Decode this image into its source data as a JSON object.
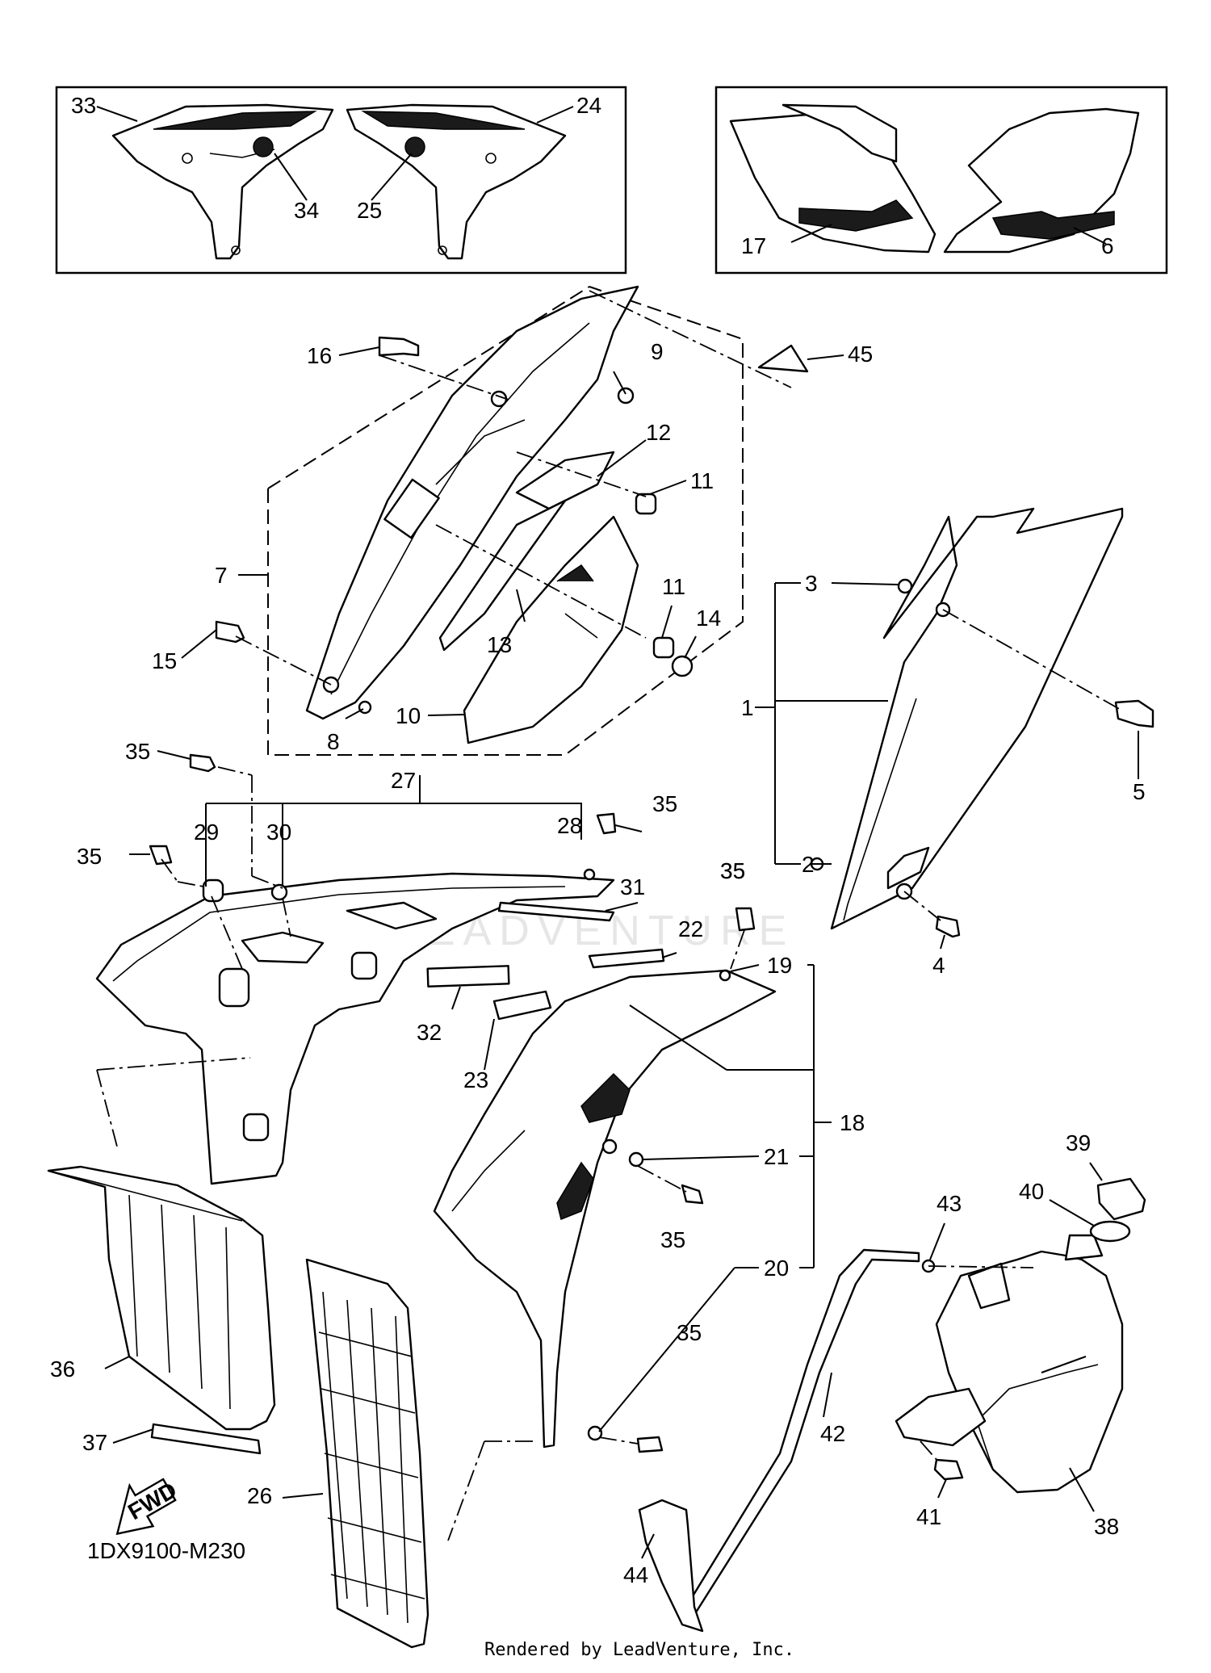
{
  "diagram_code": "1DX9100-M230",
  "footer": "Rendered by LeadVenture, Inc.",
  "watermark": "LEADVENTURE",
  "fwd_label": "FWD",
  "callouts": {
    "c1": "1",
    "c2": "2",
    "c3": "3",
    "c4": "4",
    "c5": "5",
    "c6": "6",
    "c7": "7",
    "c8": "8",
    "c9": "9",
    "c10": "10",
    "c11a": "11",
    "c11b": "11",
    "c12": "12",
    "c13": "13",
    "c14": "14",
    "c15": "15",
    "c16": "16",
    "c17": "17",
    "c18": "18",
    "c19": "19",
    "c20": "20",
    "c21": "21",
    "c22": "22",
    "c23": "23",
    "c24": "24",
    "c25": "25",
    "c26": "26",
    "c27": "27",
    "c28": "28",
    "c29": "29",
    "c30": "30",
    "c31": "31",
    "c32": "32",
    "c33": "33",
    "c34": "34",
    "c35a": "35",
    "c35b": "35",
    "c35c": "35",
    "c35d": "35",
    "c35e": "35",
    "c35f": "35",
    "c36": "36",
    "c37": "37",
    "c38": "38",
    "c39": "39",
    "c40": "40",
    "c41": "41",
    "c42": "42",
    "c43": "43",
    "c44": "44",
    "c45": "45"
  }
}
